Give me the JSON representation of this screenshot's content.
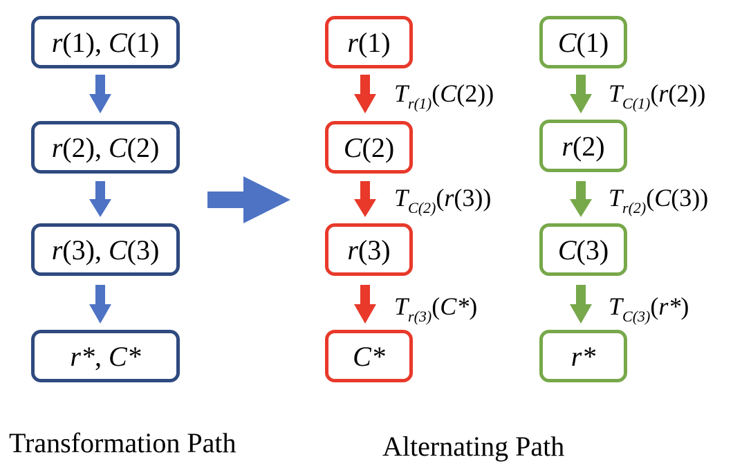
{
  "colors": {
    "left_column": "#2e4a7f",
    "left_arrows": "#4e73c4",
    "red_path": "#e8392a",
    "green_path": "#77a84a",
    "big_arrow": "#4e73c4"
  },
  "left_boxes": [
    {
      "a_var": "r",
      "a_arg": "(1)",
      "sep": ", ",
      "b_var": "C",
      "b_arg": "(1)"
    },
    {
      "a_var": "r",
      "a_arg": "(2)",
      "sep": ", ",
      "b_var": "C",
      "b_arg": "(2)"
    },
    {
      "a_var": "r",
      "a_arg": "(3)",
      "sep": ", ",
      "b_var": "C",
      "b_arg": "(3)"
    },
    {
      "a_var": "r*",
      "a_arg": "",
      "sep": ", ",
      "b_var": "C*",
      "b_arg": ""
    }
  ],
  "red_boxes": [
    {
      "var": "r",
      "arg": "(1)"
    },
    {
      "var": "C",
      "arg": "(2)"
    },
    {
      "var": "r",
      "arg": "(3)"
    },
    {
      "var": "C*",
      "arg": ""
    }
  ],
  "green_boxes": [
    {
      "var": "C",
      "arg": "(1)"
    },
    {
      "var": "r",
      "arg": "(2)"
    },
    {
      "var": "C",
      "arg": "(3)"
    },
    {
      "var": "r*",
      "arg": ""
    }
  ],
  "red_transforms": [
    {
      "T": "T",
      "sub": "r(1)",
      "open": "(",
      "var": "C",
      "arg": "(2)",
      "close": ")"
    },
    {
      "T": "T",
      "sub": "C(2)",
      "open": "(",
      "var": "r",
      "arg": "(3)",
      "close": ")"
    },
    {
      "T": "T",
      "sub": "r(3)",
      "open": "(",
      "var": "C*",
      "arg": "",
      "close": ")"
    }
  ],
  "green_transforms": [
    {
      "T": "T",
      "sub": "C(1)",
      "open": "(",
      "var": "r",
      "arg": "(2)",
      "close": ")"
    },
    {
      "T": "T",
      "sub": "r(2)",
      "open": "(",
      "var": "C",
      "arg": "(3)",
      "close": ")"
    },
    {
      "T": "T",
      "sub": "C(3)",
      "open": "(",
      "var": "r*",
      "arg": "",
      "close": ")"
    }
  ],
  "captions": {
    "left": "Transformation Path",
    "right": "Alternating Path"
  }
}
